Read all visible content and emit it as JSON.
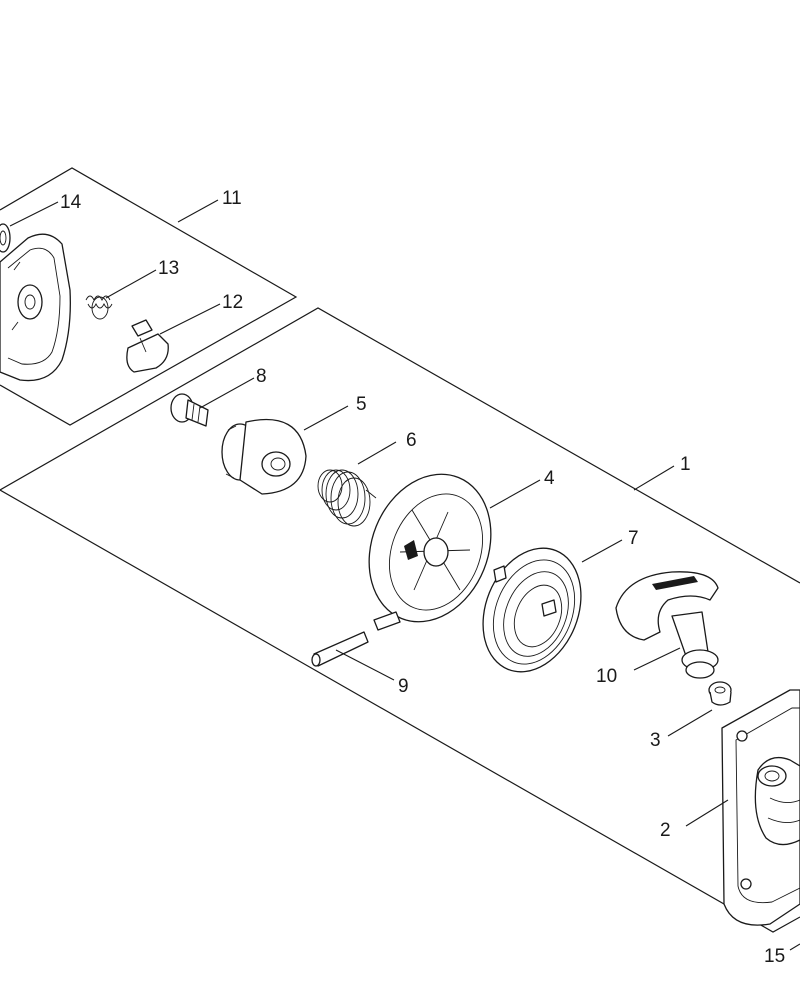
{
  "diagram": {
    "labels": [
      {
        "id": "1",
        "text": "1"
      },
      {
        "id": "2",
        "text": "2"
      },
      {
        "id": "3",
        "text": "3"
      },
      {
        "id": "4",
        "text": "4"
      },
      {
        "id": "5",
        "text": "5"
      },
      {
        "id": "6",
        "text": "6"
      },
      {
        "id": "7",
        "text": "7"
      },
      {
        "id": "8",
        "text": "8"
      },
      {
        "id": "9",
        "text": "9"
      },
      {
        "id": "10",
        "text": "10"
      },
      {
        "id": "11",
        "text": "11"
      },
      {
        "id": "12",
        "text": "12"
      },
      {
        "id": "13",
        "text": "13"
      },
      {
        "id": "14",
        "text": "14"
      },
      {
        "id": "15",
        "text": "15"
      }
    ]
  }
}
